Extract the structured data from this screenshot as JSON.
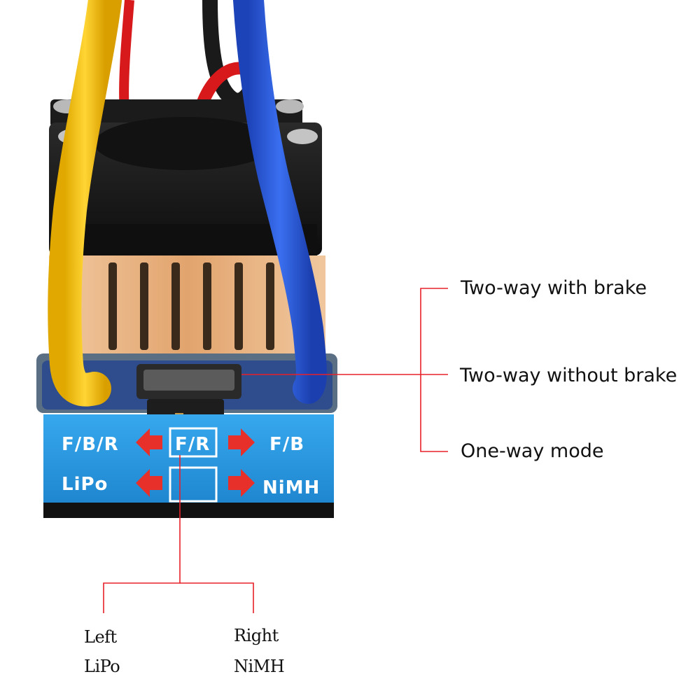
{
  "callouts": {
    "two_way_brake": "Two-way with brake",
    "two_way_no_brake": "Two-way without brake",
    "one_way": "One-way mode"
  },
  "switch_labels": {
    "left_1": "Left",
    "left_2": "LiPo",
    "right_1": "Right",
    "right_2": "NiMH"
  },
  "panel": {
    "row1_left": "F/B/R",
    "row1_mid": "F/R",
    "row1_right": "F/B",
    "row2_left": "LiPo",
    "row2_right": "NiMH"
  },
  "colors": {
    "leader_line": "#e8202a",
    "panel_blue": "#2a9be0",
    "arrow_red": "#e8302a",
    "wire_yellow": "#f2c21a",
    "wire_blue": "#2f5fd6",
    "wire_red": "#d8191b",
    "heatsink": "#e9b482"
  }
}
